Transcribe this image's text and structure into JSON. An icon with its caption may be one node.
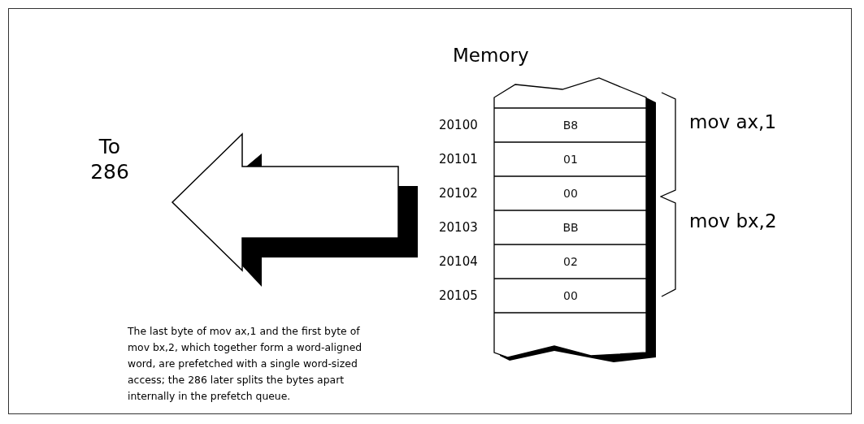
{
  "diagram": {
    "nodes": [
      {
        "text": [
          "Memory"
        ]
      },
      {
        "text": [
          "B8"
        ],
        "in": 0
      },
      {
        "text": [
          "01"
        ],
        "in": 0
      },
      {
        "text": [
          "00"
        ],
        "in": 0
      },
      {
        "text": [
          "BB"
        ],
        "in": 0
      },
      {
        "text": [
          "02"
        ],
        "in": 0
      },
      {
        "text": [
          "00"
        ],
        "in": 0
      }
    ],
    "labels": [
      "To 286",
      "20100",
      "20101",
      "mov ax,1",
      "20102",
      "20103",
      "20104",
      "mov bx,2",
      "20105",
      "The last byte of mov ax,1 and the first byte of mov bx,2, which together form a word-aligned word, are prefetched with a single word-sized access; the 286 later splits the bytes apart internally in the prefetch queue."
    ]
  }
}
